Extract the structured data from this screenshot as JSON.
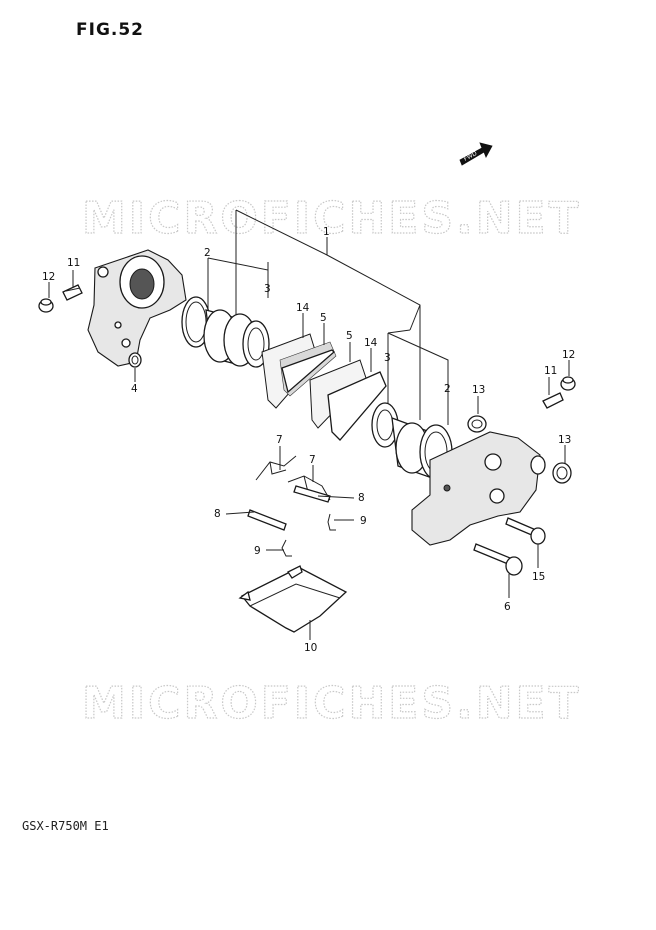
{
  "figure": {
    "title": "FIG.52",
    "model": "GSX-R750M E1"
  },
  "watermark": {
    "text": "MICROFICHES.NET"
  },
  "fwd_label": "FWD",
  "callouts": [
    "1",
    "2",
    "3",
    "14",
    "5",
    "5",
    "14",
    "3",
    "2",
    "12",
    "11",
    "4",
    "12",
    "11",
    "13",
    "13",
    "7",
    "7",
    "8",
    "8",
    "9",
    "9",
    "15",
    "6",
    "10"
  ]
}
